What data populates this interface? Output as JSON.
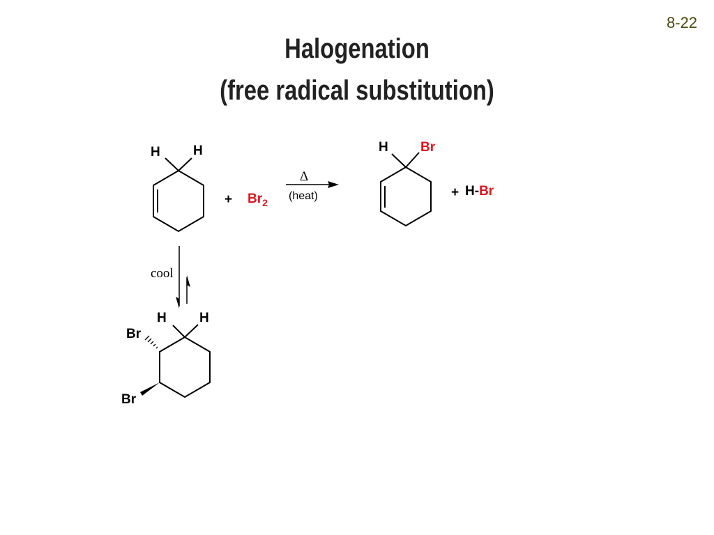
{
  "slide": {
    "number": "8-22",
    "title_line1": "Halogenation",
    "title_line2": "(free radical substitution)",
    "number_color": "#4b4b0f",
    "accent_red": "#e0141e"
  },
  "reaction": {
    "reactant": {
      "name": "cyclohexene",
      "h_left": "H",
      "h_right": "H"
    },
    "plus1": "+",
    "reagent_main": "Br",
    "reagent_sub": "2",
    "arrow_top": "Δ",
    "arrow_bottom": "(heat)",
    "product": {
      "name": "3-bromocyclohexene",
      "h_label": "H",
      "br_label": "Br"
    },
    "plus2": "+",
    "byproduct_h": "H-",
    "byproduct_br": "Br",
    "equilibrium_label": "cool",
    "addition_product": {
      "name": "trans-1,2-dibromocyclohexane",
      "h_left": "H",
      "h_right": "H",
      "br_top": "Br",
      "br_bottom": "Br"
    }
  }
}
